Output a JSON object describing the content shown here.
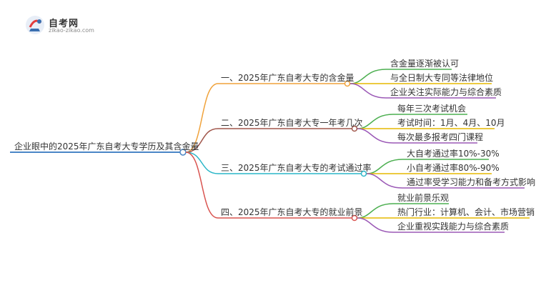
{
  "logo": {
    "title": "自考网",
    "url": "zikao-zikao.com"
  },
  "colors": {
    "root_line": "#4a86c6",
    "branch1": "#f0a23a",
    "branch2": "#a0554a",
    "branch3": "#2ab6c8",
    "branch4": "#d9534f",
    "leaf_green": "#4caf50",
    "leaf_yellow": "#e6b800",
    "leaf_purple": "#9b59b6"
  },
  "mindmap": {
    "root": "企业眼中的2025年广东自考大专学历及其含金量",
    "branches": [
      {
        "label": "一、2025年广东自考大专的含金量",
        "children": [
          "含金量逐渐被认可",
          "与全日制大专同等法律地位",
          "企业关注实际能力与综合素质"
        ]
      },
      {
        "label": "二、2025年广东自考大专一年考几次",
        "children": [
          "每年三次考试机会",
          "考试时间：1月、4月、10月",
          "每次最多报考四门课程"
        ]
      },
      {
        "label": "三、2025年广东自考大专的考试通过率",
        "children": [
          "大自考通过率10%-30%",
          "小自考通过率80%-90%",
          "通过率受学习能力和备考方式影响"
        ]
      },
      {
        "label": "四、2025年广东自考大专的就业前景",
        "children": [
          "就业前景乐观",
          "热门行业：计算机、会计、市场营销",
          "企业重视实践能力与综合素质"
        ]
      }
    ]
  }
}
